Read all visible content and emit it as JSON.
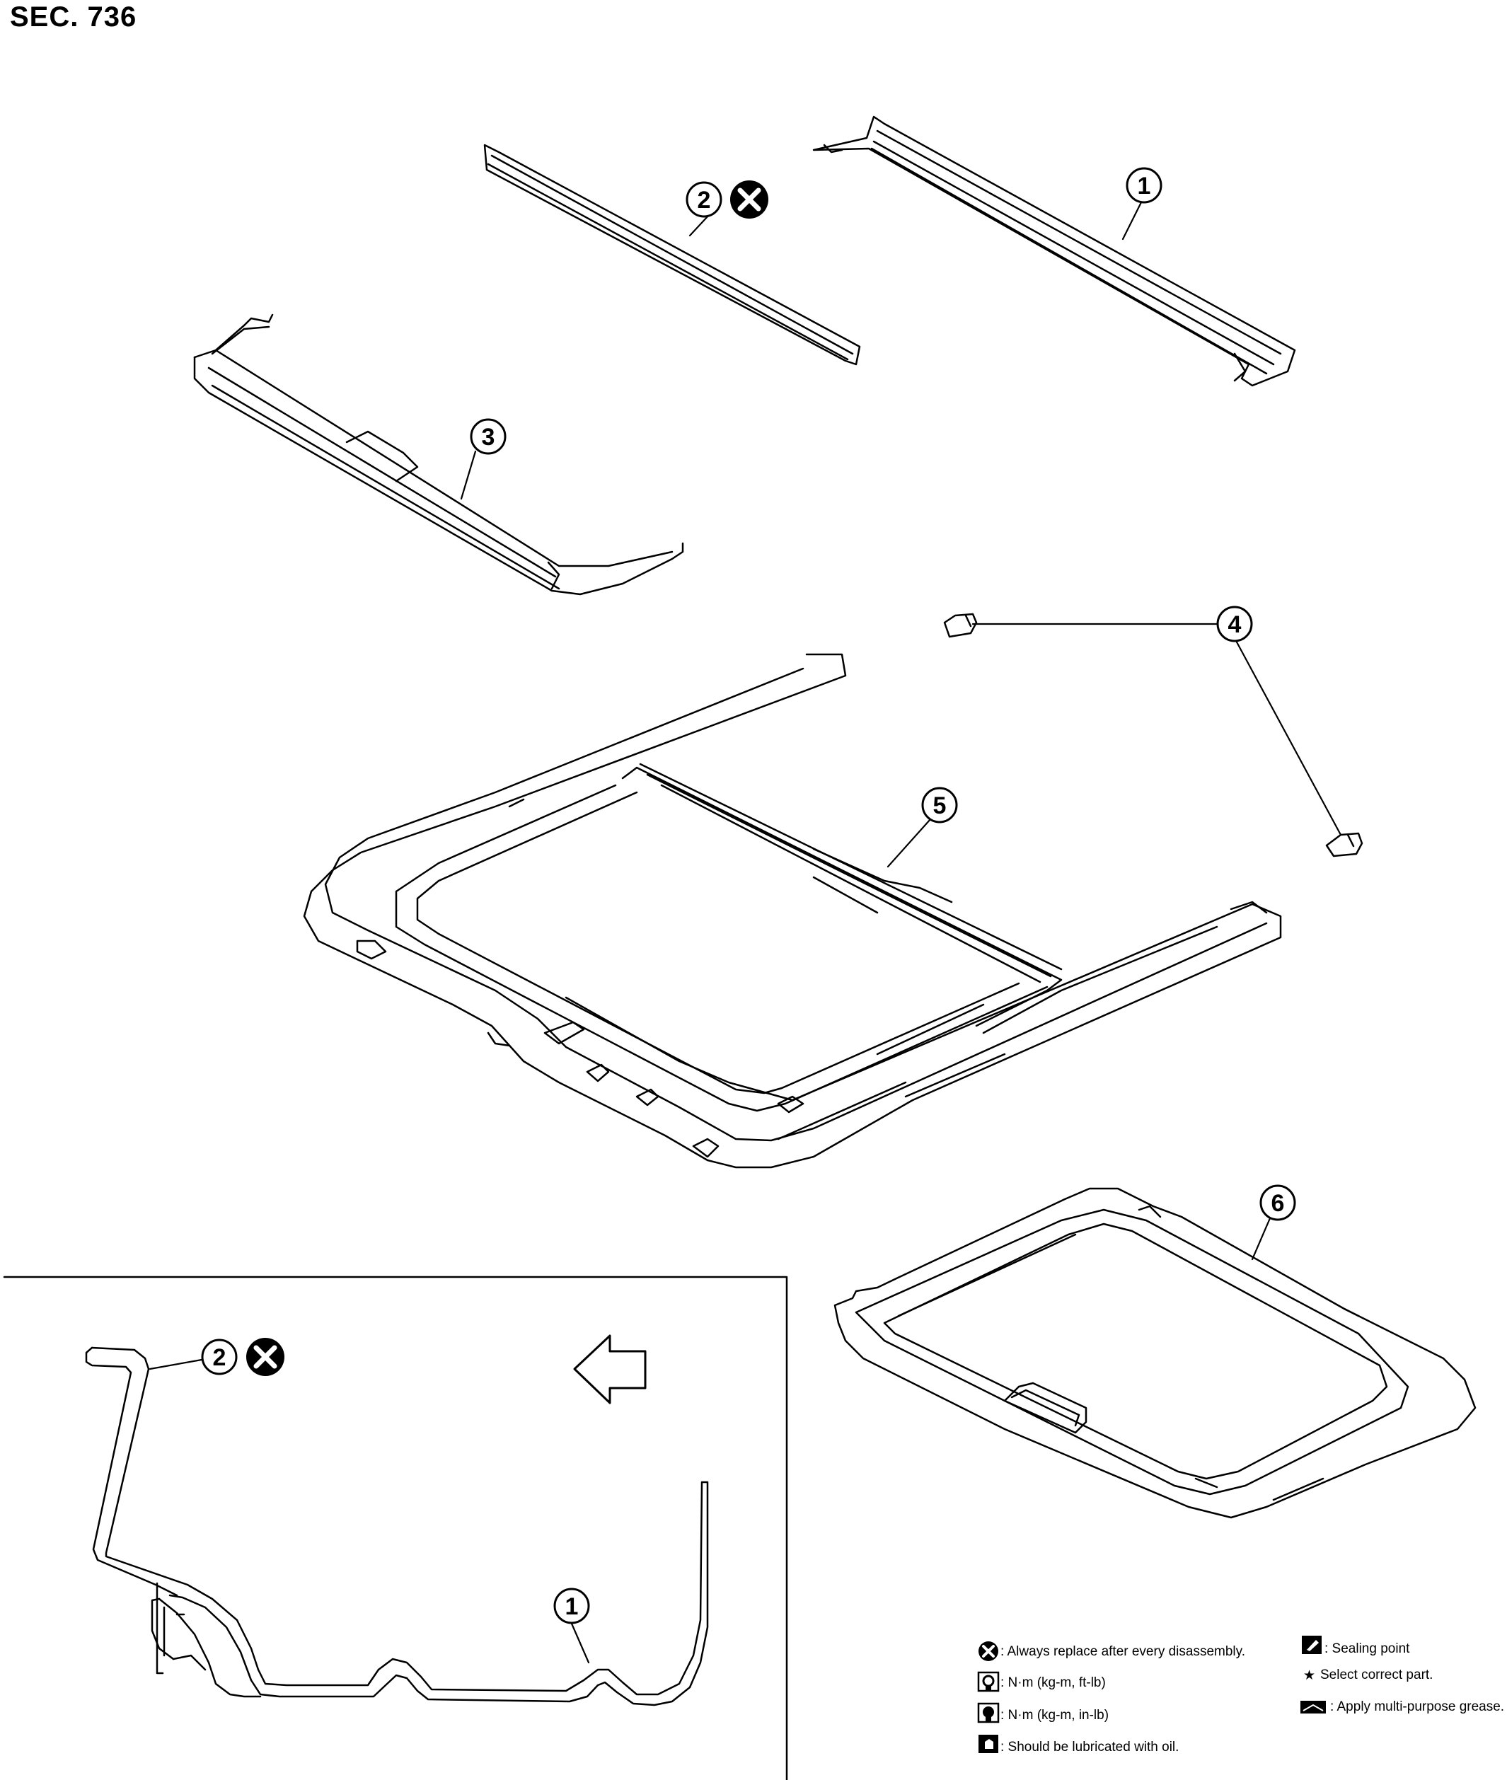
{
  "title": "SEC. 736",
  "callouts": {
    "c1": "1",
    "c2": "2",
    "c3": "3",
    "c4": "4",
    "c5": "5",
    "c6": "6",
    "detail_c1": "1",
    "detail_c2": "2"
  },
  "legend": {
    "replace": ": Always replace after every disassembly.",
    "nm_ft": ": N·m (kg-m, ft-lb)",
    "nm_in": ": N·m (kg-m, in-lb)",
    "oil": ": Should be lubricated with oil.",
    "sealing": ": Sealing point",
    "select": "Select correct part.",
    "grease": ": Apply multi-purpose grease."
  },
  "icons": {
    "replace": "x-circle-icon",
    "torque_ft": "torque-wrench-icon",
    "torque_in": "torque-wrench-icon",
    "oil": "oil-can-icon",
    "sealing": "sealing-icon",
    "select": "star-icon",
    "grease": "grease-icon",
    "direction": "left-arrow-icon"
  }
}
